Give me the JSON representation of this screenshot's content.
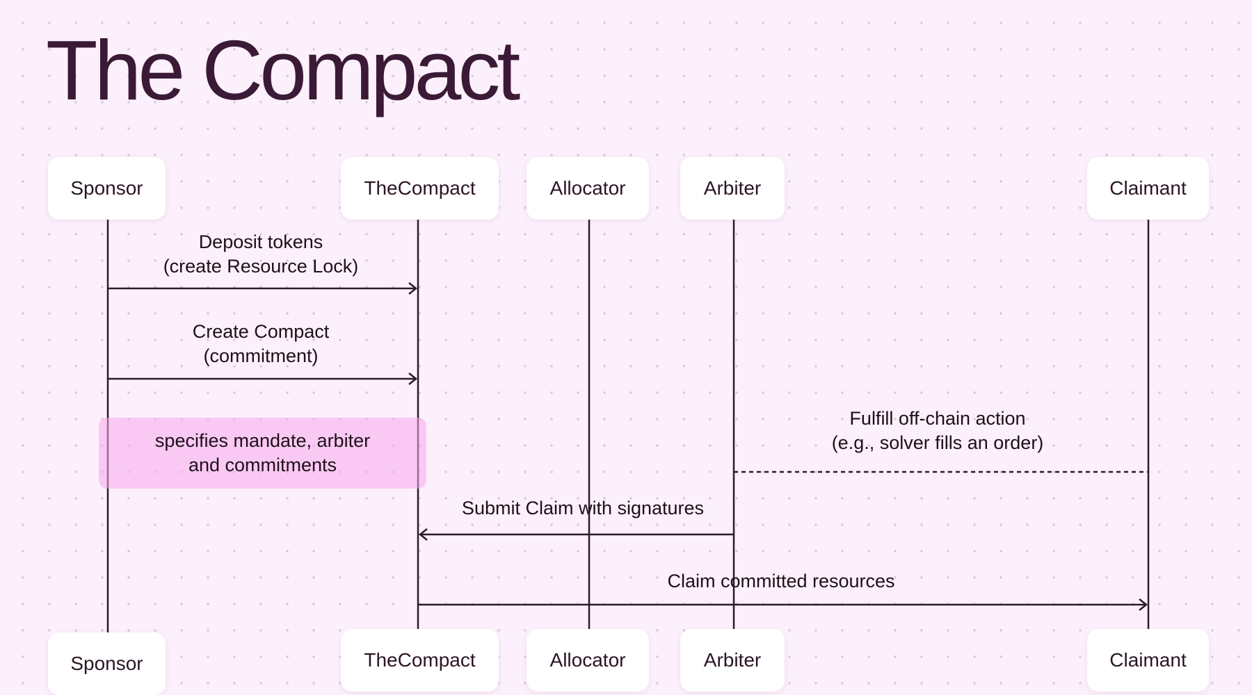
{
  "title": "The Compact",
  "actors": [
    {
      "id": "sponsor",
      "label": "Sponsor"
    },
    {
      "id": "thecompact",
      "label": "TheCompact"
    },
    {
      "id": "allocator",
      "label": "Allocator"
    },
    {
      "id": "arbiter",
      "label": "Arbiter"
    },
    {
      "id": "claimant",
      "label": "Claimant"
    }
  ],
  "messages": [
    {
      "from": "sponsor",
      "to": "thecompact",
      "label": "Deposit tokens\n(create Resource Lock)",
      "style": "solid"
    },
    {
      "from": "sponsor",
      "to": "thecompact",
      "label": "Create Compact\n(commitment)",
      "style": "solid"
    },
    {
      "from": "arbiter",
      "to": "claimant",
      "label": "Fulfill off-chain action\n(e.g., solver fills an order)",
      "style": "dashed"
    },
    {
      "from": "arbiter",
      "to": "thecompact",
      "label": "Submit Claim with signatures",
      "style": "solid"
    },
    {
      "from": "thecompact",
      "to": "claimant",
      "label": "Claim committed resources",
      "style": "solid"
    }
  ],
  "note": {
    "over": [
      "sponsor",
      "thecompact"
    ],
    "text": "specifies mandate, arbiter\nand commitments",
    "color": "#f5aaeb"
  },
  "colors": {
    "line": "#2e1a2b",
    "background": "#fcf0fc",
    "title": "#3a1a36"
  }
}
